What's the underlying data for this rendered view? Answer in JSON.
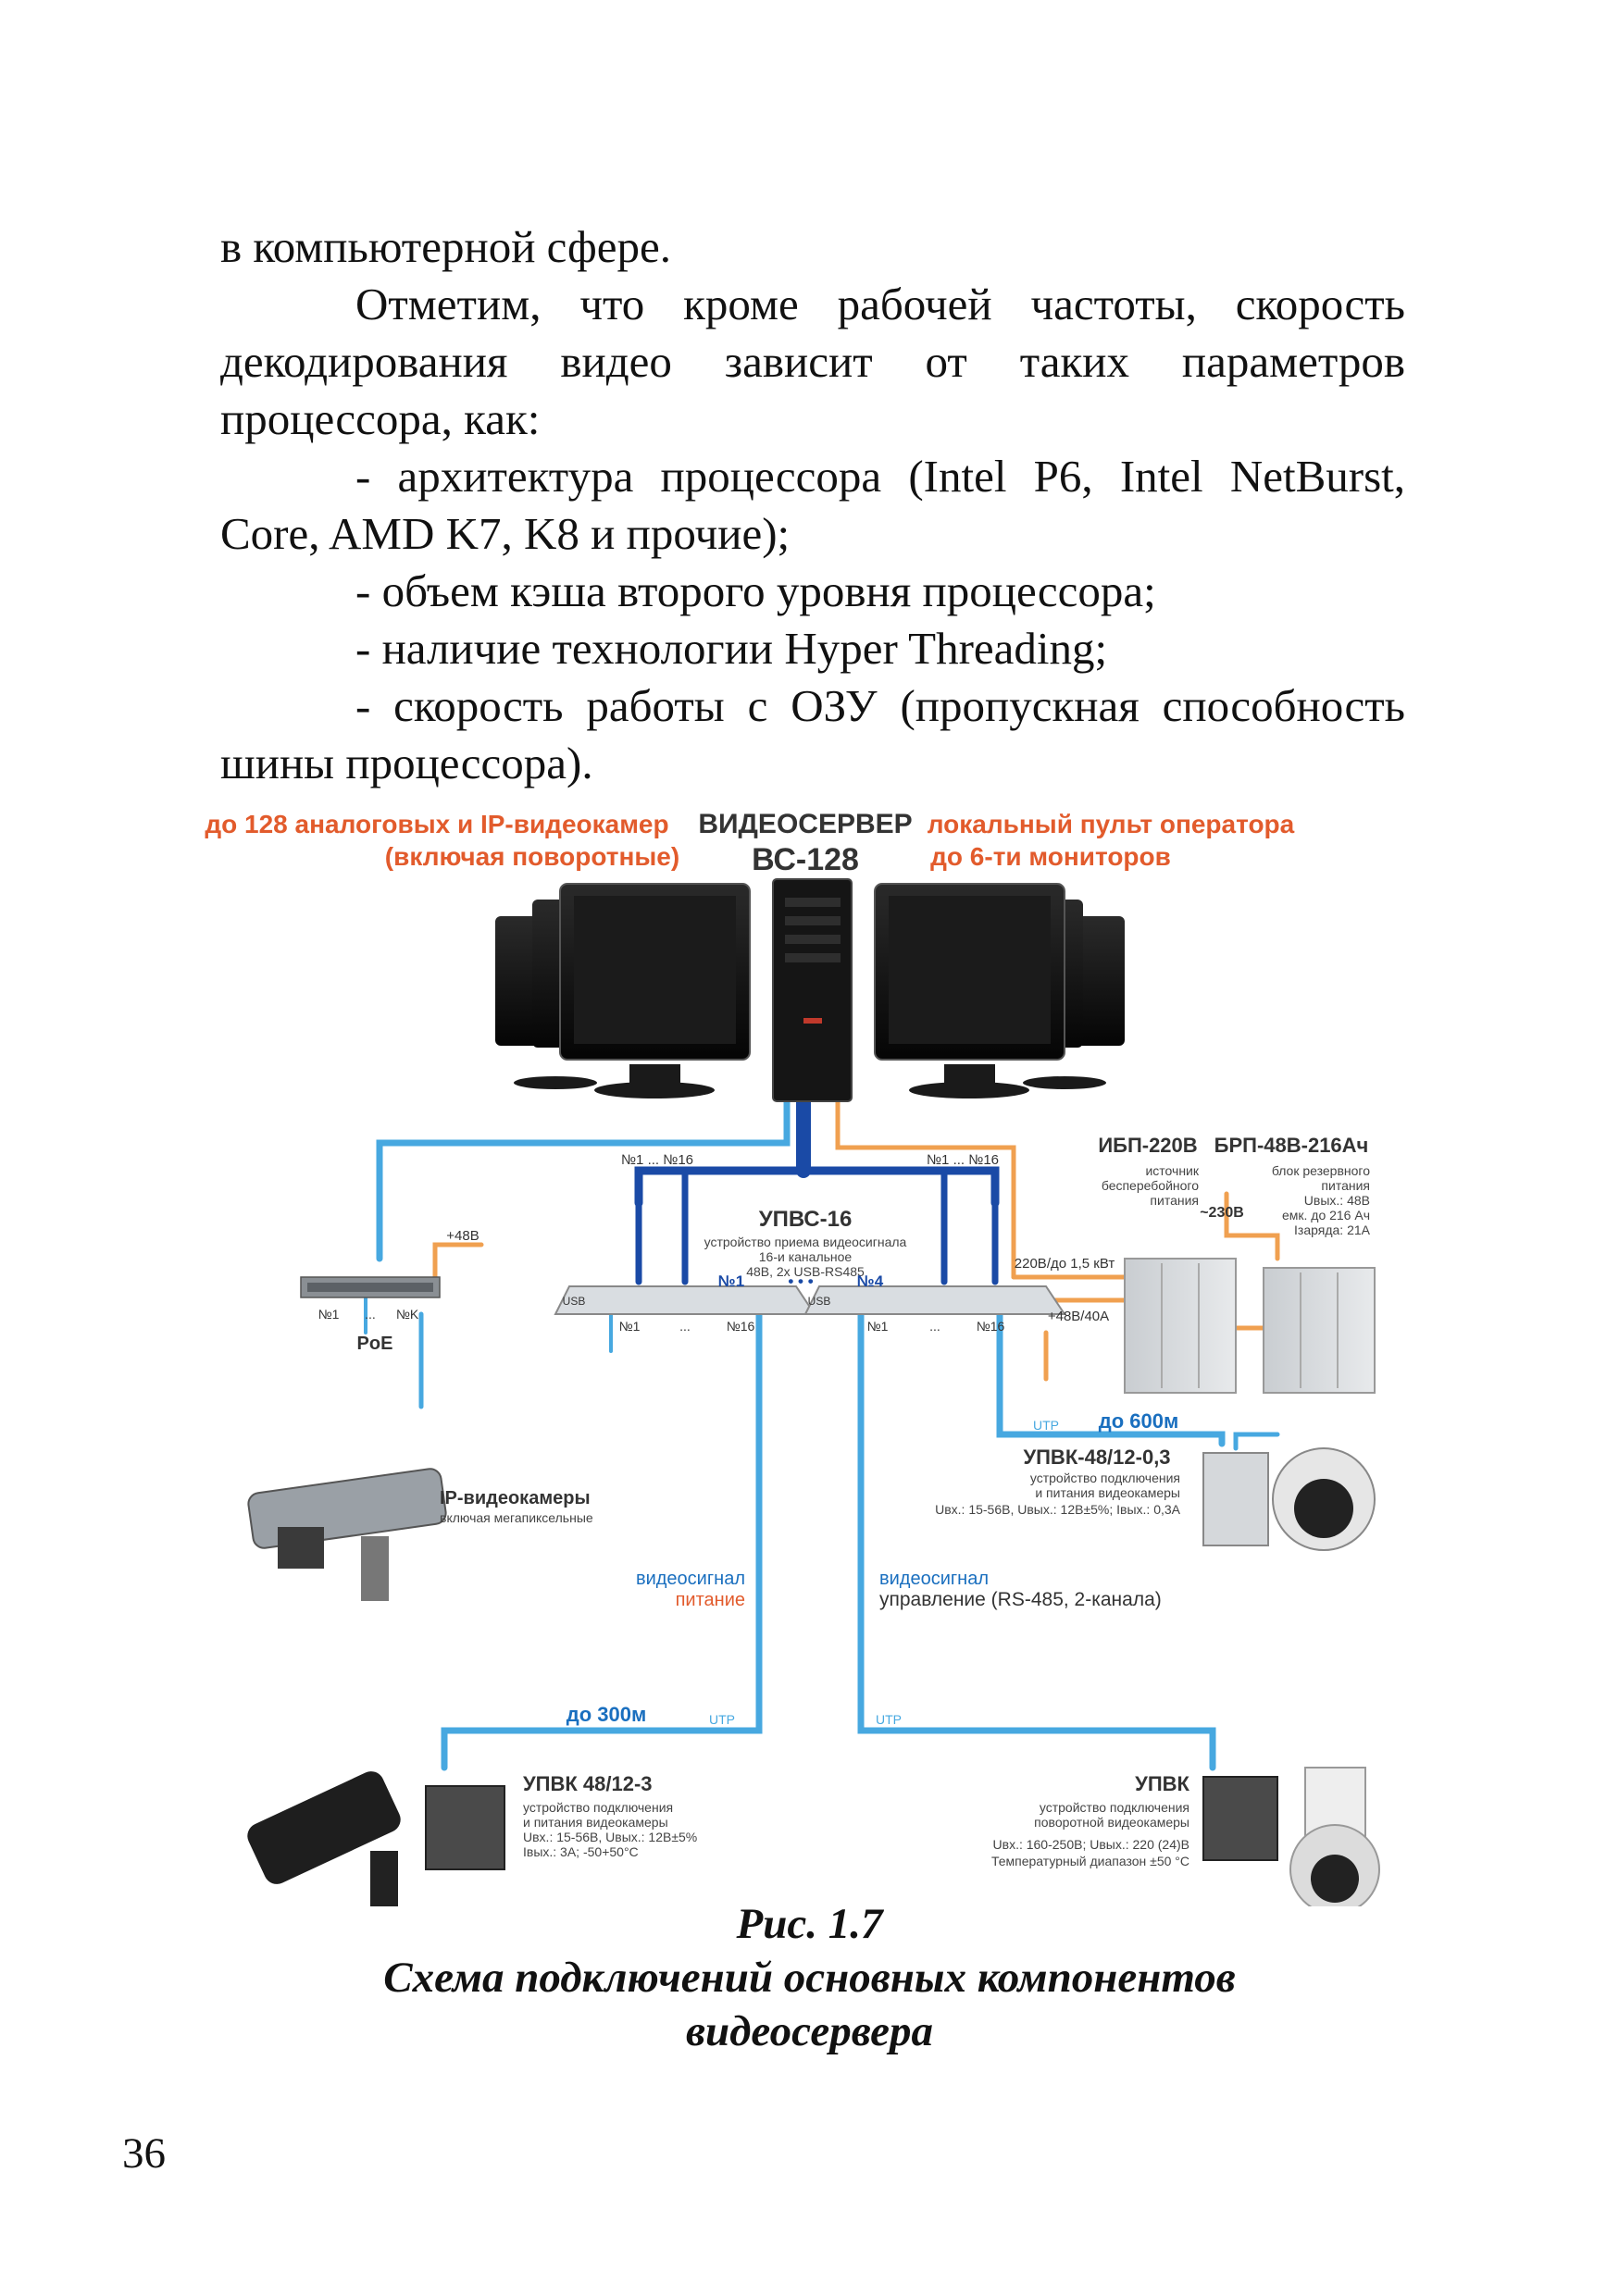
{
  "text": {
    "line0": "в компьютерной сфере.",
    "para1": "Отметим, что кроме рабочей частоты, скорость декодирования видео зависит от таких параметров процессора, как:",
    "item1": "- архитектура процессора (Intel P6, Intel NetBurst, Core, AMD K7, K8 и прочие);",
    "item2": "- объем кэша второго уровня процессора;",
    "item3": "- наличие технологии Hyper Threading;",
    "item4": "- скорость работы с ОЗУ (пропускная способность шины процессора)."
  },
  "figure": {
    "cams_note_1": "до 128 аналоговых и IP-видеокамер",
    "cams_note_2": "(включая поворотные)",
    "server_1": "ВИДЕОСЕРВЕР",
    "server_2": "ВС-128",
    "console_1": "локальный пульт оператора",
    "console_2": "до 6-ти мониторов",
    "ups_title": "ИБП-220В",
    "ups_sub_1": "источник",
    "ups_sub_2": "бесперебойного",
    "ups_sub_3": "питания",
    "brp_title": "БРП-48В-216Ач",
    "brp_sub_1": "блок резервного",
    "brp_sub_2": "питания",
    "brp_sub_3": "Uвых.: 48В",
    "brp_sub_4": "емк. до 216 Ач",
    "brp_sub_5": "Iзаряда: 21А",
    "v230": "~230В",
    "range_left": "№1 ... №16",
    "range_right": "№1 ... №16",
    "upvs_title": "УПВС-16",
    "upvs_sub_1": "устройство приема видеосигнала",
    "upvs_sub_2": "16-и канальное",
    "upvs_sub_3": "48В, 2х USB-RS485",
    "power_1": "220В/до 1,5 кВт",
    "power_2": "+48В/40А",
    "n1": "№1",
    "n4": "№4",
    "dots": "• • •",
    "usb1": "USB",
    "usb2": "USB",
    "plus48": "+48В",
    "switch_n1": "№1",
    "switch_dots": "...",
    "switch_nk": "№K",
    "poe": "PoE",
    "port_a1": "№1",
    "port_a_dots": "...",
    "port_a16": "№16",
    "port_b1": "№1",
    "port_b_dots": "...",
    "port_b16": "№16",
    "utp1": "UTP",
    "dist600": "до 600м",
    "upvk1_title": "УПВК-48/12-0,3",
    "upvk1_sub_1": "устройство подключения",
    "upvk1_sub_2": "и питания видеокамеры",
    "upvk1_sub_3": "Uвх.: 15-56В, Uвых.: 12В±5%; Iвых.: 0,3А",
    "ipcam_title": "IP-видеокамеры",
    "ipcam_sub": "включая мегапиксельные",
    "vs1_a": "видеосигнал",
    "vs1_b": "питание",
    "vs2_a": "видеосигнал",
    "vs2_b": "управление (RS-485, 2-канала)",
    "dist300": "до 300м",
    "utp2": "UTP",
    "utp3": "UTP",
    "upvk2_title": "УПВК 48/12-3",
    "upvk2_sub_1": "устройство подключения",
    "upvk2_sub_2": "и питания видеокамеры",
    "upvk2_sub_3": "Uвх.: 15-56В, Uвых.: 12В±5%",
    "upvk2_sub_4": "Iвых.: 3А; -50+50°С",
    "upvk3_title": "УПВК",
    "upvk3_sub_1": "устройство подключения",
    "upvk3_sub_2": "поворотной видеокамеры",
    "upvk3_sub_3": "Uвх.: 160-250В; Uвых.: 220 (24)В",
    "upvk3_sub_4": "Температурный диапазон ±50 °С"
  },
  "caption": {
    "fig_no": "Рис. 1.7",
    "line1": "Схема подключений основных компонентов",
    "line2": "видеосервера"
  },
  "page_number": "36",
  "colors": {
    "blue_cable": "#1a4aa6",
    "light_blue_cable": "#47a8e0",
    "orange_cable": "#f0a050",
    "red_label": "#e25b2c",
    "dark_label": "#333333"
  }
}
